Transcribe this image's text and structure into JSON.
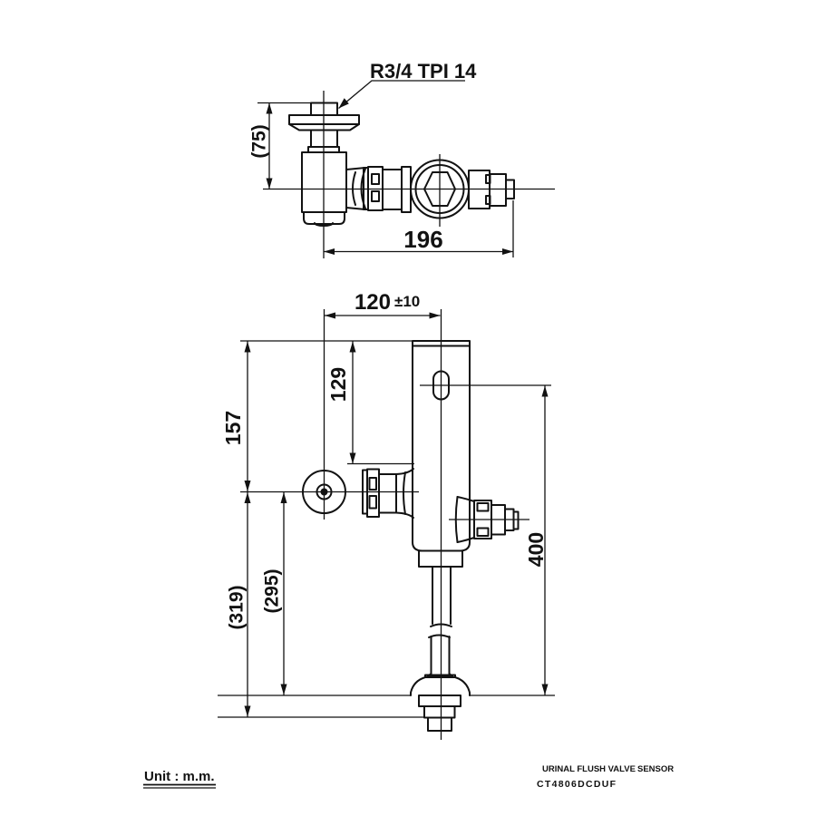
{
  "meta": {
    "unit_label": "Unit : m.m."
  },
  "title_block": {
    "product_name": "URINAL FLUSH VALVE",
    "product_variant": "SENSOR",
    "model_code": "CT4806DCDUF"
  },
  "annotations": {
    "thread_spec": "R3/4 TPI 14"
  },
  "dimensions": {
    "top_view_height": "(75)",
    "top_view_length": "196",
    "wall_offset": "120",
    "wall_offset_tolerance": "±10",
    "body_top_to_inlet": "129",
    "top_to_inlet_axis": "157",
    "inlet_axis_to_rim": "(295)",
    "inlet_axis_to_spud": "(319)",
    "sensor_to_rim": "400"
  }
}
